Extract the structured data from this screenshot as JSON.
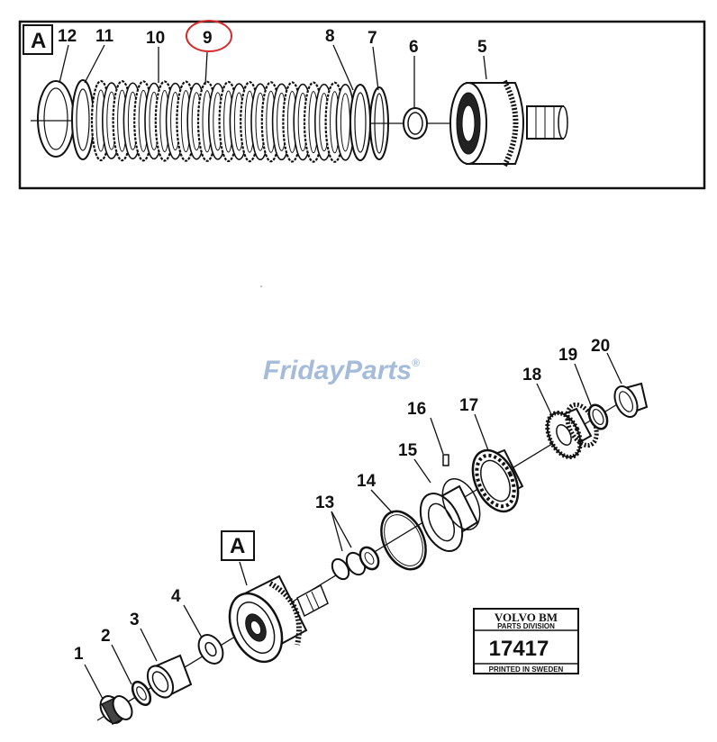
{
  "callouts": {
    "top": [
      "12",
      "11",
      "10",
      "9",
      "8",
      "7",
      "6",
      "5"
    ],
    "bottom": [
      "1",
      "2",
      "3",
      "4",
      "13",
      "14",
      "15",
      "16",
      "17",
      "18",
      "19",
      "20"
    ]
  },
  "detail_box": {
    "label": "A"
  },
  "main_label": "A",
  "highlight": {
    "ref": "9",
    "color": "#d62a2a"
  },
  "watermark": {
    "text": "FridayParts",
    "symbol": "®",
    "color": "#9bb4d6"
  },
  "stamp": {
    "title": "VOLVO BM",
    "subtitle": "PARTS DIVISION",
    "number": "17417",
    "footer": "PRINTED IN SWEDEN"
  }
}
